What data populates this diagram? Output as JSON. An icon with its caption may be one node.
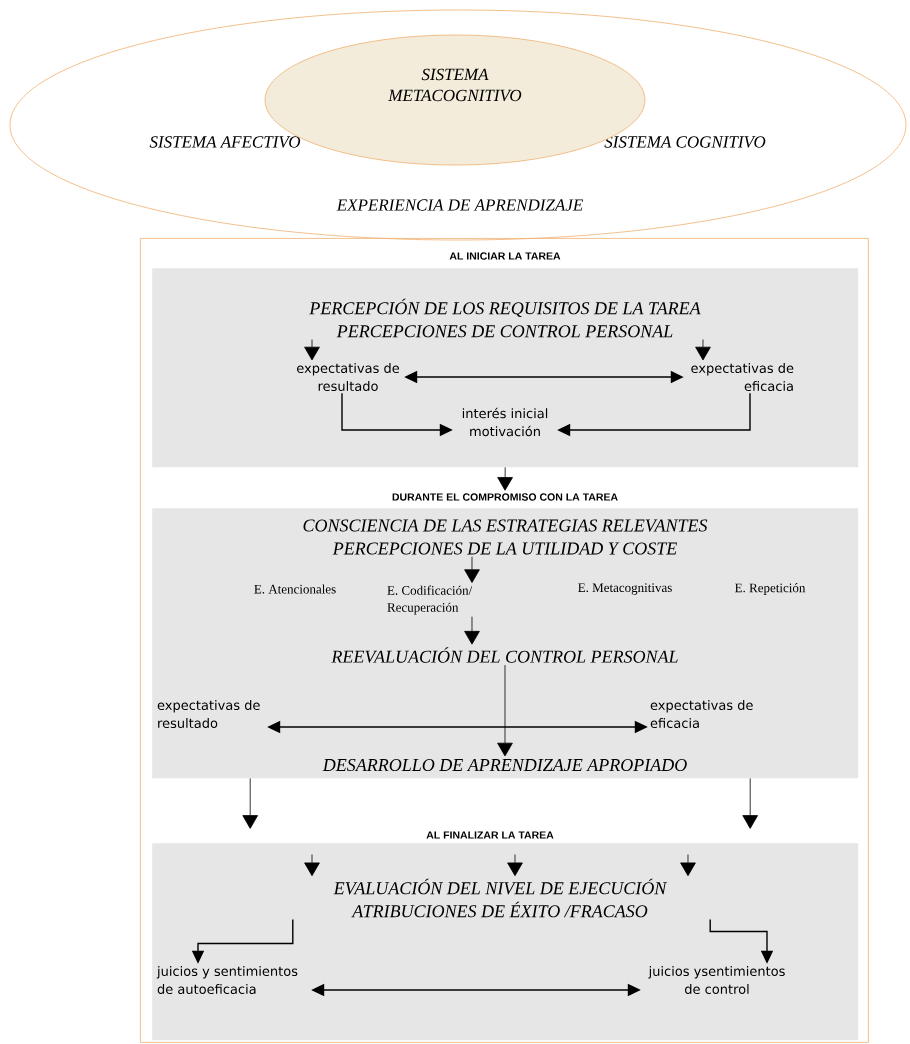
{
  "diagram": {
    "nodes": [
      {
        "text": [
          "SISTEMA AFECTIVO",
          "SISTEMA COGNITIVO",
          "EXPERIENCIA DE APRENDIZAJE"
        ]
      },
      {
        "text": [
          "SISTEMA METACOGNITIVO"
        ],
        "in": 0
      },
      {
        "text": [],
        "shape": "box"
      },
      {
        "text": [
          "AL INICIAR LA TAREA"
        ],
        "in": 2
      },
      {
        "text": [
          "PERCEPCIÓN DE LOS REQUISITOS DE LA TAREA PERCEPCIONES DE CONTROL PERSONAL"
        ],
        "in": 3
      },
      {
        "text": [
          "expectativas de resultado"
        ],
        "in": 3
      },
      {
        "text": [
          "expectativas de eficacia"
        ],
        "in": 3
      },
      {
        "text": [
          "interés inicial motivación"
        ],
        "in": 3
      },
      {
        "text": [
          "DURANTE EL COMPROMISO CON LA TAREA"
        ],
        "in": 2
      },
      {
        "text": [
          "CONSCIENCIA DE LAS ESTRATEGIAS RELEVANTES PERCEPCIONES DE LA UTILIDAD Y COSTE"
        ],
        "in": 8
      },
      {
        "text": [
          "E. Atencionales"
        ],
        "in": 8
      },
      {
        "text": [
          "E. Codificación/ Recuperación"
        ],
        "in": 8
      },
      {
        "text": [
          "E. Metacognitivas"
        ],
        "in": 8
      },
      {
        "text": [
          "E. Repetición"
        ],
        "in": 8
      },
      {
        "text": [
          "REEVALUACIÓN DEL CONTROL PERSONAL"
        ],
        "in": 8
      },
      {
        "text": [
          "expectativas de resultado"
        ],
        "in": 8
      },
      {
        "text": [
          "expectativas de eficacia"
        ],
        "in": 8
      },
      {
        "text": [
          "DESARROLLO DE APRENDIZAJE APROPIADO"
        ],
        "in": 8
      },
      {
        "text": [
          "AL FINALIZAR LA TAREA"
        ],
        "in": 2
      },
      {
        "text": [
          "EVALUACIÓN DEL NIVEL DE EJECUCIÓN ATRIBUCIONES DE ÉXITO /FRACASO"
        ],
        "in": 18
      },
      {
        "text": [
          "juicios y sentimientos de autoeficacia"
        ],
        "in": 18
      },
      {
        "text": [
          "juicios ysentimientos de control"
        ],
        "in": 18
      }
    ],
    "edges": [
      {
        "from": 4,
        "to": 5,
        "arrow": "to"
      },
      {
        "from": 4,
        "to": 6,
        "arrow": "to"
      },
      {
        "from": 5,
        "to": 6,
        "arrow": "both"
      },
      {
        "from": 5,
        "to": 7,
        "arrow": "to"
      },
      {
        "from": 6,
        "to": 7,
        "arrow": "to"
      },
      {
        "from": 3,
        "to": 8,
        "arrow": "to"
      },
      {
        "from": 9,
        "to": 11,
        "arrow": "to"
      },
      {
        "from": 11,
        "to": 14,
        "arrow": "to"
      },
      {
        "from": 14,
        "to": 17,
        "arrow": "to"
      },
      {
        "from": 15,
        "to": 16,
        "arrow": "both"
      },
      {
        "from": 8,
        "to": 18,
        "arrow": "to"
      },
      {
        "from": 8,
        "to": 18,
        "arrow": "to"
      },
      {
        "from": null,
        "to": 19,
        "arrow": "to"
      },
      {
        "from": null,
        "to": 19,
        "arrow": "to"
      },
      {
        "from": null,
        "to": 19,
        "arrow": "to"
      },
      {
        "from": 19,
        "to": 20,
        "arrow": "to"
      },
      {
        "from": 19,
        "to": 21,
        "arrow": "to"
      },
      {
        "from": 20,
        "to": 21,
        "arrow": "both"
      }
    ]
  }
}
